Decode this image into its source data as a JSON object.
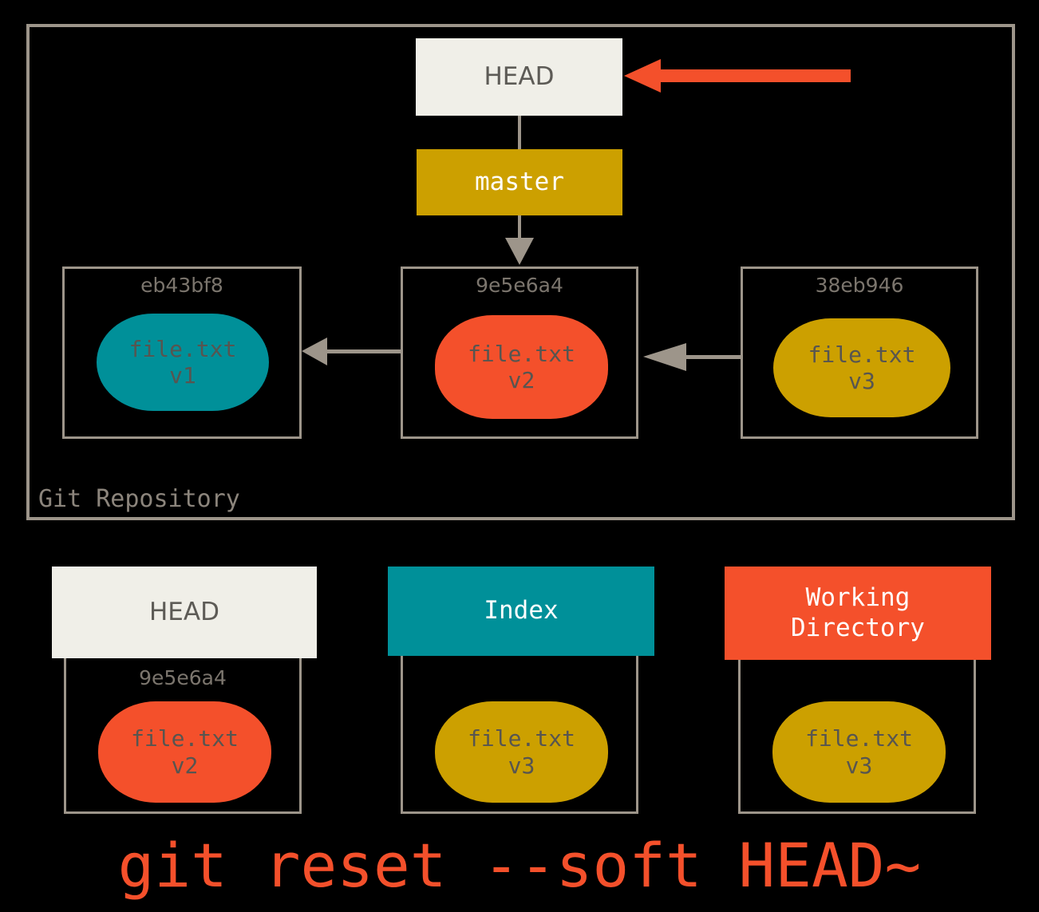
{
  "diagram": {
    "title": "git reset --soft HEAD~",
    "repository": {
      "label": "Git Repository",
      "head_label": "HEAD",
      "branch_label": "master",
      "commits": [
        {
          "hash": "eb43bf8",
          "file": "file.txt",
          "version": "v1",
          "color": "#009099"
        },
        {
          "hash": "9e5e6a4",
          "file": "file.txt",
          "version": "v2",
          "color": "#f4502b"
        },
        {
          "hash": "38eb946",
          "file": "file.txt",
          "version": "v3",
          "color": "#cca000"
        }
      ]
    },
    "trees": [
      {
        "title": "HEAD",
        "title_line2": "",
        "hash": "9e5e6a4",
        "file": "file.txt",
        "version": "v2",
        "header_color": "#f0efe8",
        "blob_color": "#f4502b"
      },
      {
        "title": "Index",
        "title_line2": "",
        "hash": "",
        "file": "file.txt",
        "version": "v3",
        "header_color": "#009099",
        "blob_color": "#cca000"
      },
      {
        "title": "Working",
        "title_line2": "Directory",
        "hash": "",
        "file": "file.txt",
        "version": "v3",
        "header_color": "#f4502b",
        "blob_color": "#cca000"
      }
    ],
    "colors": {
      "accent_red": "#f4502b",
      "accent_teal": "#009099",
      "accent_gold": "#cca000",
      "frame_gray": "#9d958a",
      "cream": "#f0efe8",
      "background": "#000000"
    },
    "arrows": {
      "highlight_arrow": "red-move-arrow-to-head",
      "parent_links": 2
    }
  }
}
